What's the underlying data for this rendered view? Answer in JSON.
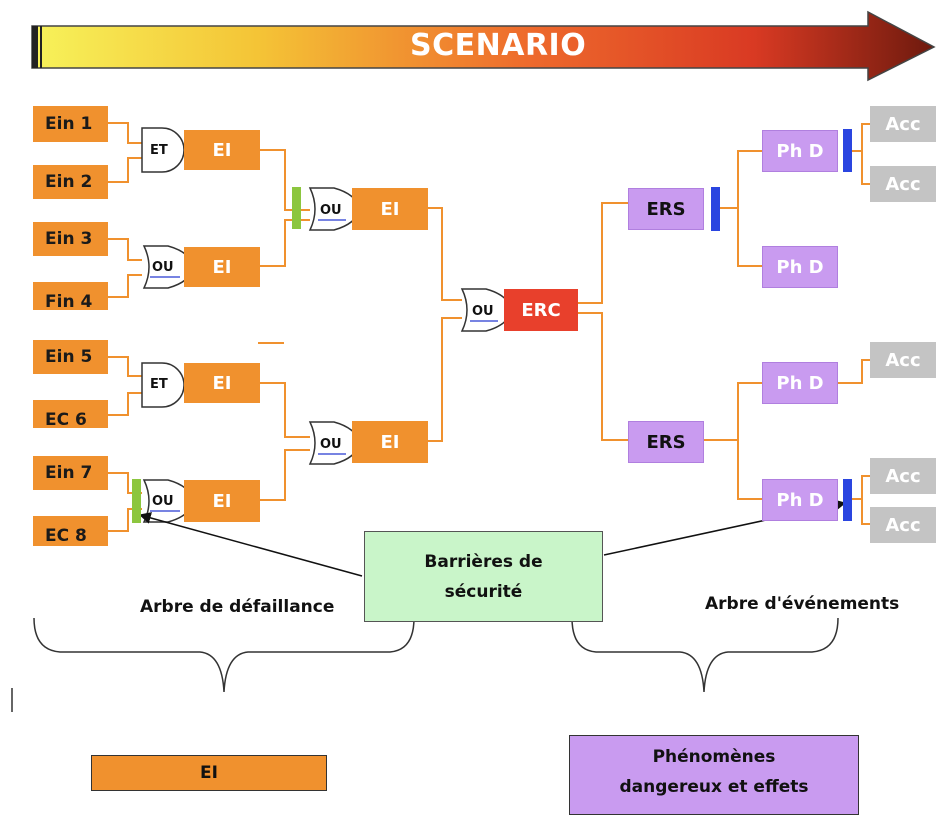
{
  "header": {
    "title": "SCENARIO",
    "gradient": [
      "#f5f040",
      "#f3a030",
      "#e8402c",
      "#7a1c10"
    ]
  },
  "colors": {
    "orange": "#f0912e",
    "purple": "#c99bf0",
    "grey": "#c4c4c4",
    "red": "#e8402c",
    "green_barrier": "#8cc63f",
    "blue_barrier": "#2a45e0",
    "line": "#f0912e"
  },
  "fault_tree": {
    "inputs": [
      "Ein 1",
      "Ein 2",
      "Ein 3",
      "Fin 4",
      "Ein 5",
      "EC 6",
      "Ein 7",
      "EC 8"
    ],
    "gates": {
      "et": "ET",
      "ou": "OU"
    },
    "ei_label": "EI",
    "label": "Arbre de défaillance"
  },
  "center": {
    "erc": "ERC"
  },
  "event_tree": {
    "ers": [
      "ERS",
      "ERS"
    ],
    "phd": [
      "Ph D",
      "Ph D",
      "Ph D",
      "Ph D"
    ],
    "acc": [
      "Acc",
      "Acc",
      "Acc",
      "Acc",
      "Acc"
    ],
    "label": "Arbre d'événements"
  },
  "barrier": {
    "line1": "Barrières de",
    "line2": "sécurité"
  },
  "legend": {
    "ei": "EI",
    "ph_line1": "Phénomènes",
    "ph_line2": "dangereux et effets"
  },
  "icons": [
    "arrow-right-icon",
    "and-gate-icon",
    "or-gate-icon"
  ]
}
